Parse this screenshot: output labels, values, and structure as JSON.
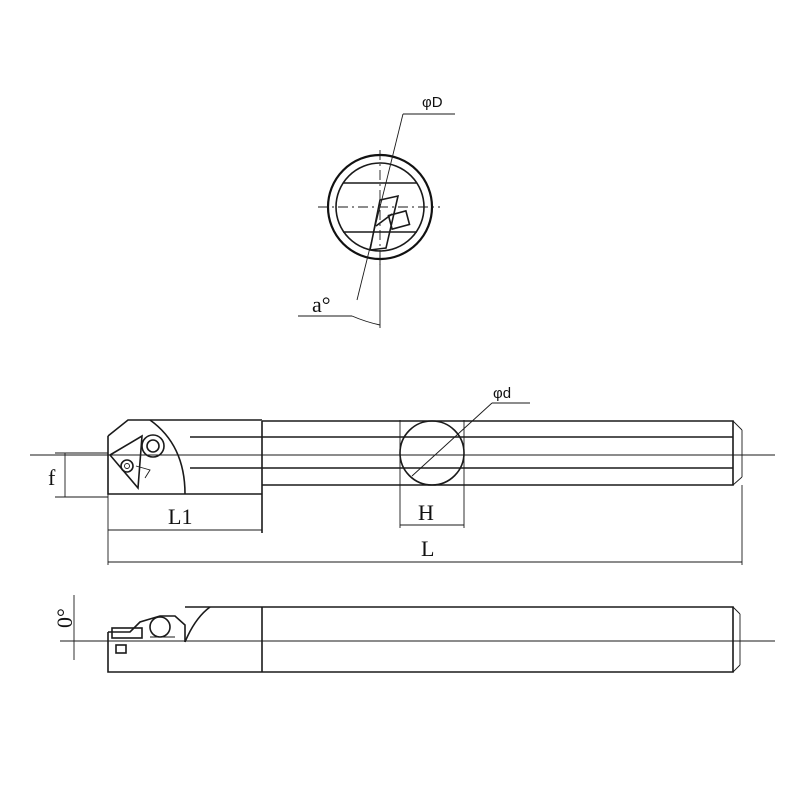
{
  "labels": {
    "dia_D": "φD",
    "angle_a": "a°",
    "dia_d": "φd",
    "f": "f",
    "L1": "L1",
    "H": "H",
    "L": "L",
    "zero_deg": "0°"
  }
}
